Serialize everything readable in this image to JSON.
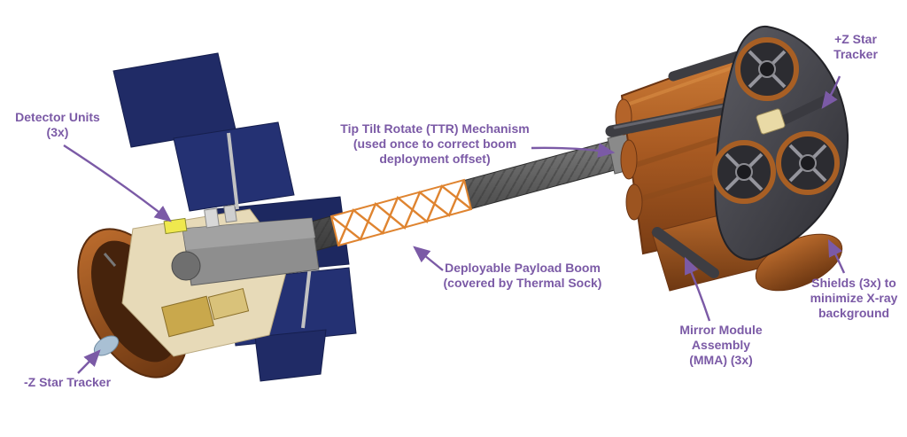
{
  "labels": {
    "detector_units": "Detector Units\n(3x)",
    "ttr_mechanism": "Tip Tilt Rotate (TTR) Mechanism\n(used once to correct boom\ndeployment offset)",
    "plus_z_star_tracker": "+Z Star\nTracker",
    "payload_boom": "Deployable Payload Boom\n(covered by Thermal Sock)",
    "mirror_module_assembly": "Mirror Module\nAssembly\n(MMA) (3x)",
    "shields": "Shields (3x) to\nminimize X-ray\nbackground",
    "minus_z_star_tracker": "-Z Star Tracker"
  },
  "colors": {
    "label_text": "#7b5aa6",
    "arrow": "#7b5aa6",
    "solar_panel": "#202b66",
    "copper_structure": "#a85a22",
    "boom_lattice": "#df8430",
    "thermal_sock": "#565656"
  }
}
